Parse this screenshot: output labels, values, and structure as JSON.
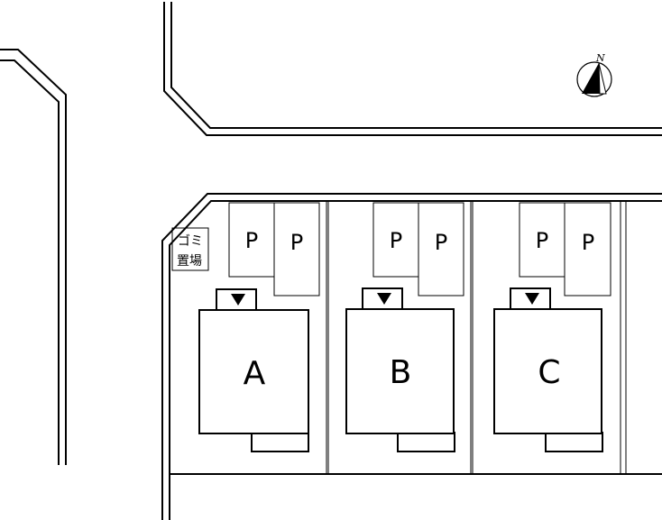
{
  "compass": {
    "north_label": "N"
  },
  "trash_area": {
    "line1": "ゴミ",
    "line2": "置場"
  },
  "parking_label": "P",
  "units": [
    {
      "id": "A",
      "label": "A",
      "parking": [
        "P",
        "P"
      ]
    },
    {
      "id": "B",
      "label": "B",
      "parking": [
        "P",
        "P"
      ]
    },
    {
      "id": "C",
      "label": "C",
      "parking": [
        "P",
        "P"
      ]
    }
  ]
}
